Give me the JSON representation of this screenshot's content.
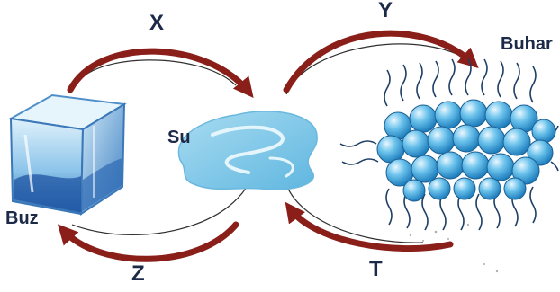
{
  "labels": {
    "x": "X",
    "y": "Y",
    "z": "Z",
    "t": "T",
    "ice": "Buz",
    "water": "Su",
    "vapor": "Buhar"
  },
  "colors": {
    "arrow": "#8a1f1a",
    "label": "#1c2a48",
    "water": "#7ac6e6",
    "ice": "#4a93cf",
    "vapor": "#3ea6dc"
  }
}
